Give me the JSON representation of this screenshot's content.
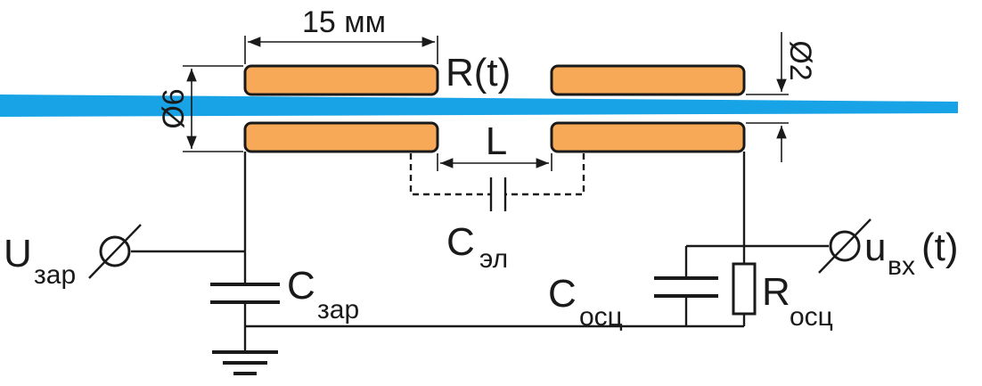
{
  "colors": {
    "electrode": "#f7a958",
    "beam": "#18a3e6",
    "line": "#1a1a1a"
  },
  "labels": {
    "length_dim": "15 мм",
    "resistance": "R(t)",
    "outer_diameter": "Ø6",
    "inner_diameter": "Ø2",
    "gap": "L",
    "c_el": "C",
    "c_el_sub": "эл",
    "u_zar": "U",
    "u_zar_sub": "зар",
    "c_zar": "C",
    "c_zar_sub": "зар",
    "c_osc": "C",
    "c_osc_sub": "осц",
    "r_osc": "R",
    "r_osc_sub": "осц",
    "u_in": "u",
    "u_in_sub": "вх",
    "u_in_suffix": "(t)"
  }
}
